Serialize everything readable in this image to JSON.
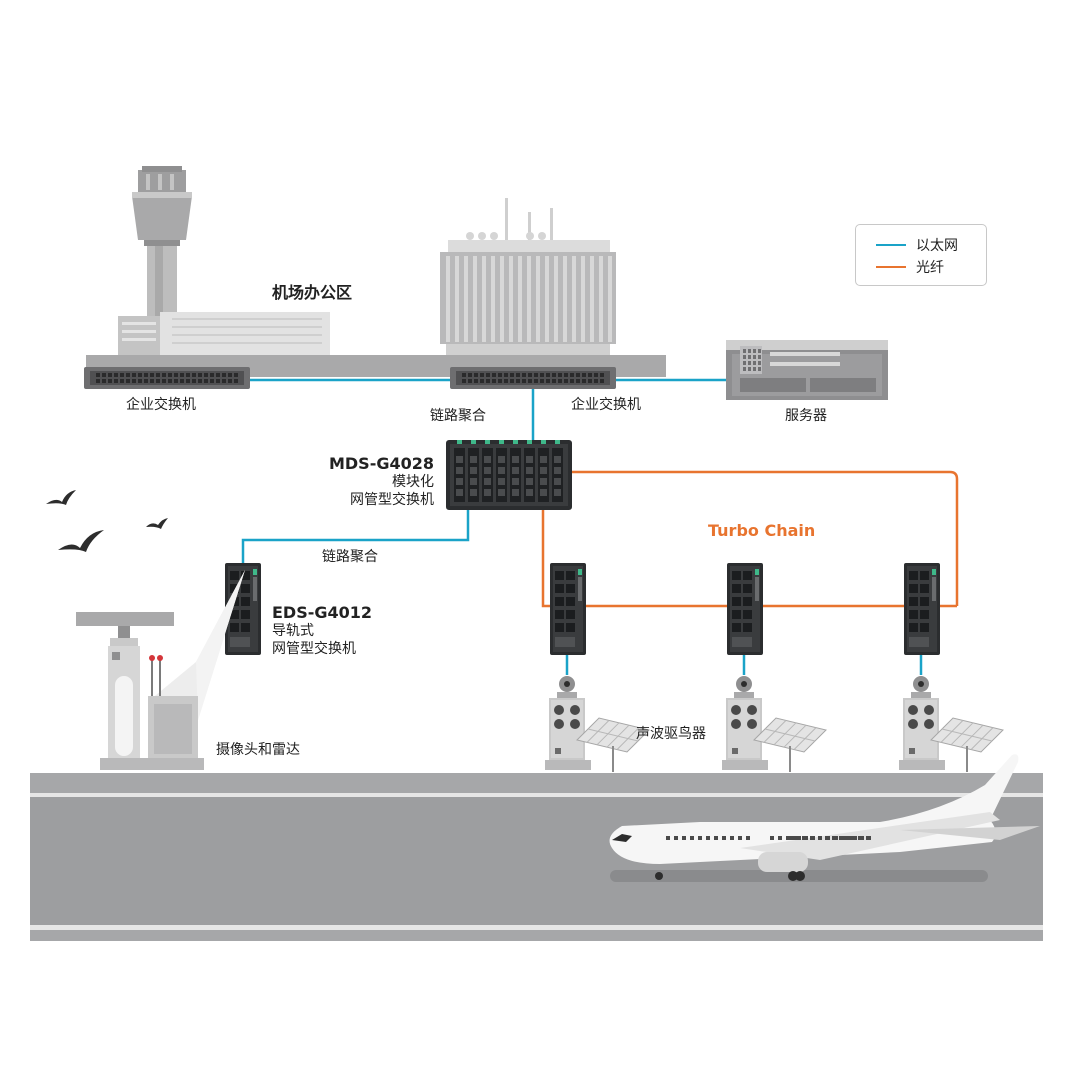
{
  "colors": {
    "ethernet": "#1aa3c8",
    "fiber": "#e8742f",
    "accent_green": "#3fb98a",
    "ground": "#a4a4a6",
    "runway": "#9d9ea0"
  },
  "legend": {
    "ethernet_label": "以太网",
    "fiber_label": "光纤"
  },
  "labels": {
    "office_area": "机场办公区",
    "enterprise_switch_left": "企业交换机",
    "enterprise_switch_right": "企业交换机",
    "server": "服务器",
    "link_aggregation_top": "链路聚合",
    "link_aggregation_bottom": "链路聚合",
    "mds_model": "MDS-G4028",
    "mds_desc_1": "模块化",
    "mds_desc_2": "网管型交换机",
    "eds_model": "EDS-G4012",
    "eds_desc_1": "导轨式",
    "eds_desc_2": "网管型交换机",
    "turbo_chain": "Turbo Chain",
    "camera_radar": "摄像头和雷达",
    "bird_repeller": "声波驱鸟器"
  }
}
